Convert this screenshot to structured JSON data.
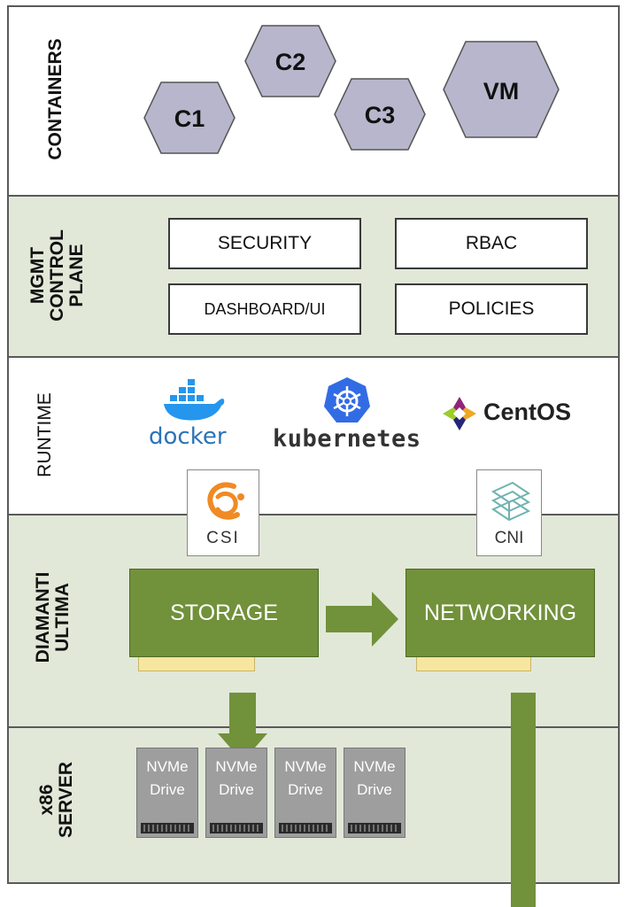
{
  "layers": {
    "containers": {
      "label": "CONTAINERS"
    },
    "mgmt": {
      "label_line1": "MGMT",
      "label_line2": "CONTROL",
      "label_line3": "PLANE"
    },
    "runtime": {
      "label": "RUNTIME"
    },
    "diamanti": {
      "label_line1": "DIAMANTI",
      "label_line2": "ULTIMA"
    },
    "x86": {
      "label_line1": "x86",
      "label_line2": "SERVER"
    }
  },
  "containers": {
    "c1": "C1",
    "c2": "C2",
    "c3": "C3",
    "vm": "VM"
  },
  "mgmt_boxes": {
    "security": "SECURITY",
    "rbac": "RBAC",
    "dashboard": "DASHBOARD/UI",
    "policies": "POLICIES"
  },
  "runtime_logos": {
    "docker": "docker",
    "kubernetes": "kubernetes",
    "centos": "CentOS"
  },
  "interfaces": {
    "csi": "CSI",
    "cni": "CNI"
  },
  "ultima": {
    "storage": "STORAGE",
    "networking": "NETWORKING"
  },
  "drives": [
    {
      "line1": "NVMe",
      "line2": "Drive"
    },
    {
      "line1": "NVMe",
      "line2": "Drive"
    },
    {
      "line1": "NVMe",
      "line2": "Drive"
    },
    {
      "line1": "NVMe",
      "line2": "Drive"
    }
  ],
  "colors": {
    "green": "#71913a",
    "band_green": "#e1e8d8",
    "hex": "#b8b6cc",
    "docker": "#2496ed",
    "kubernetes": "#326ce5"
  }
}
